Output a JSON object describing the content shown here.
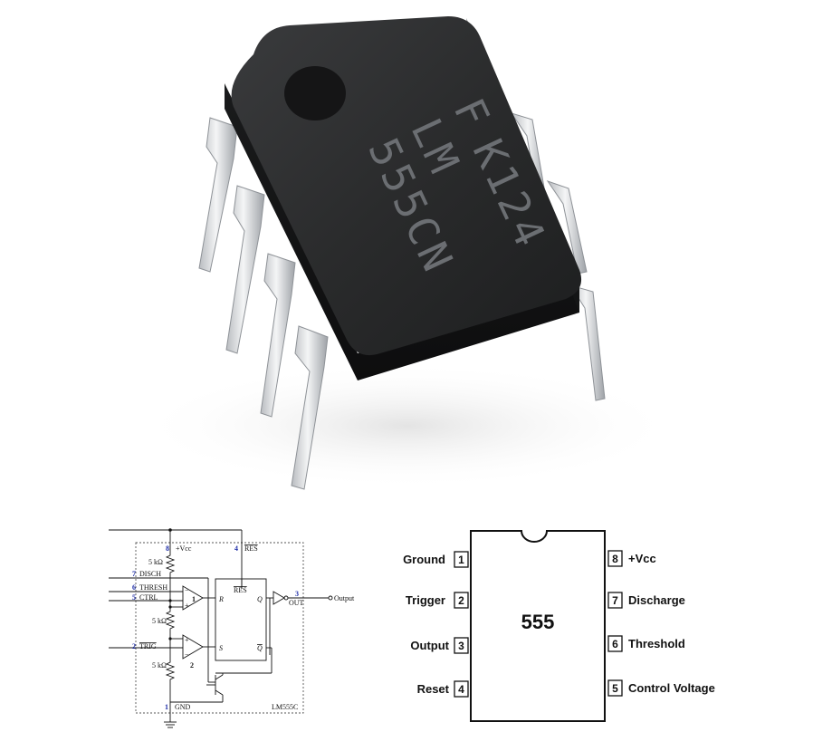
{
  "chip_marking": {
    "line1": "K124",
    "line2": "LM",
    "line3": "555CN"
  },
  "schematic": {
    "vcc": "+Vcc",
    "res": "RES",
    "disch": "DISCH",
    "thresh": "THRESH",
    "ctrl": "CTRL",
    "trig": "TRIG",
    "gnd": "GND",
    "out": "OUT",
    "output": "Output",
    "part": "LM555C",
    "resistor": "5 kΩ",
    "ff_r": "R",
    "ff_s": "S",
    "ff_res": "RES",
    "ff_q": "Q",
    "ff_qbar": "Q",
    "comp1": "1",
    "comp2": "2",
    "comp_plus": "+",
    "comp_minus": "−",
    "pins": {
      "p8": "8",
      "p4": "4",
      "p7": "7",
      "p6": "6",
      "p5": "5",
      "p2": "2",
      "p1": "1",
      "p3": "3"
    }
  },
  "pinout": {
    "chip_label": "555",
    "left": [
      {
        "num": "1",
        "label": "Ground"
      },
      {
        "num": "2",
        "label": "Trigger"
      },
      {
        "num": "3",
        "label": "Output"
      },
      {
        "num": "4",
        "label": "Reset"
      }
    ],
    "right": [
      {
        "num": "8",
        "label": "+Vcc"
      },
      {
        "num": "7",
        "label": "Discharge"
      },
      {
        "num": "6",
        "label": "Threshold"
      },
      {
        "num": "5",
        "label": "Control Voltage"
      }
    ]
  }
}
